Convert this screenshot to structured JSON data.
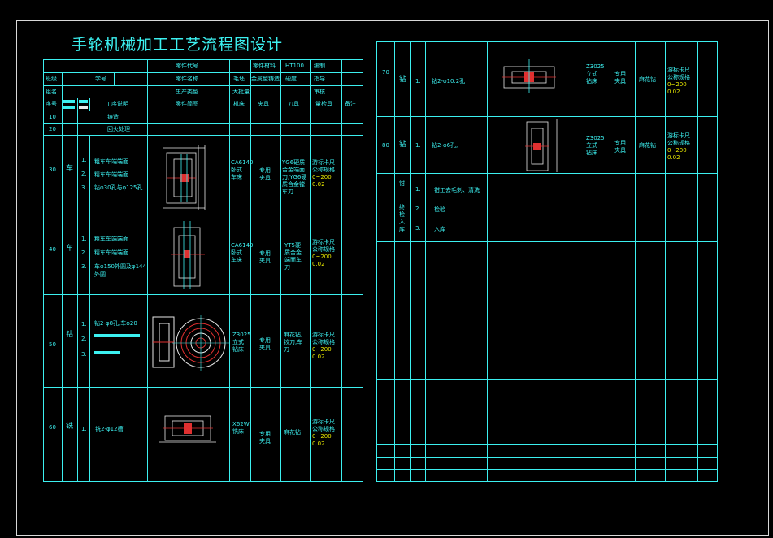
{
  "title": "手轮机械加工工艺流程图设计",
  "left": {
    "header": {
      "part_code": "零件代号",
      "part_material": "零件材料",
      "material_value": "HT100",
      "compiled": "编制",
      "class": "班级",
      "student_id": "学号",
      "part_name": "零件名称",
      "blank_label": "毛坯",
      "blank_value": "金属型铸造",
      "hardness": "硬度",
      "guide": "指导",
      "group": "组名",
      "production_type": "生产类型",
      "production_value": "大批量",
      "review": "审核",
      "seq": "序号",
      "process_desc": "工序说明",
      "part_sketch": "零件简图",
      "machine": "机床",
      "fixture": "夹具",
      "tool": "刀具",
      "gauge": "量检具",
      "remark": "备注"
    },
    "rows": [
      {
        "seq": "10",
        "op": "铸造",
        "desc": "铸造"
      },
      {
        "seq": "20",
        "op": "",
        "desc": "回火处理"
      },
      {
        "seq": "30",
        "op": "车",
        "steps": [
          "1.",
          "2.",
          "3."
        ],
        "texts": [
          "粗车车端端面",
          "精车车端端面",
          "钻φ30孔与φ125孔"
        ],
        "machine": [
          "CA6140",
          "卧式",
          "车床"
        ],
        "fixture": [
          "专用",
          "夹具"
        ],
        "tool": [
          "YG6硬质",
          "合金端面",
          "刀,YG6硬",
          "质合金镗",
          "车刀"
        ],
        "gauge": [
          "游标卡尺",
          "公称规格",
          "0~200",
          "0.02"
        ]
      },
      {
        "seq": "40",
        "op": "车",
        "steps": [
          "1.",
          "2.",
          "3."
        ],
        "texts": [
          "粗车车端端面",
          "精车车端端面",
          "车φ150外圆及φ144",
          "外圆"
        ],
        "machine": [
          "CA6140",
          "卧式",
          "车床"
        ],
        "fixture": [
          "专用",
          "夹具"
        ],
        "tool": [
          "YT5硬",
          "质合金",
          "端面车",
          "刀"
        ],
        "gauge": [
          "游标卡尺",
          "公称规格",
          "0~200",
          "0.02"
        ]
      },
      {
        "seq": "50",
        "op": "钻",
        "steps": [
          "1.",
          "2.",
          "3."
        ],
        "texts": [
          "钻2-φ8孔,车φ20"
        ],
        "machine": [
          "Z3025",
          "立式",
          "钻床"
        ],
        "fixture": [
          "专用",
          "夹具"
        ],
        "tool": [
          "麻花钻,",
          "铰刀,车",
          "刀"
        ],
        "gauge": [
          "游标卡尺",
          "公称规格",
          "0~200",
          "0.02"
        ]
      },
      {
        "seq": "60",
        "op": "铣",
        "steps": [
          "1."
        ],
        "texts": [
          "铣2-φ12槽"
        ],
        "machine": [
          "X62W",
          "铣床"
        ],
        "fixture": [
          "专用",
          "夹具"
        ],
        "tool": [
          "麻花钻"
        ],
        "gauge": [
          "游标卡尺",
          "公称规格",
          "0~200",
          "0.02"
        ]
      }
    ]
  },
  "right": {
    "rows": [
      {
        "seq": "70",
        "op": "钻",
        "steps": [
          "1."
        ],
        "texts": [
          "钻2-φ10.2孔"
        ],
        "machine": [
          "Z3025",
          "立式",
          "钻床"
        ],
        "fixture": [
          "专用",
          "夹具"
        ],
        "tool": [
          "麻花钻"
        ],
        "gauge": [
          "游标卡尺",
          "公称规格",
          "0~200",
          "0.02"
        ]
      },
      {
        "seq": "80",
        "op": "钻",
        "steps": [
          "1."
        ],
        "texts": [
          "钻2-φ6孔,"
        ],
        "machine": [
          "Z3025",
          "立式",
          "钻床"
        ],
        "fixture": [
          "专用",
          "夹具"
        ],
        "tool": [
          "麻花钻"
        ],
        "gauge": [
          "游标卡尺",
          "公称规格",
          "0~200",
          "0.02"
        ]
      },
      {
        "seq": "",
        "op": "钳工 · 终检入库",
        "op_lines": [
          "钳",
          "工",
          "",
          "终",
          "检",
          "入",
          "库"
        ],
        "steps": [
          "1.",
          "2.",
          "3."
        ],
        "texts": [
          "钳工去毛刺、清洗",
          "检验",
          "入库"
        ]
      }
    ]
  },
  "colors": {
    "line": "#3cf0f0",
    "text": "#3cf0f0",
    "accent": "#e8e800",
    "frame": "#d8d8d8",
    "bg": "#000000"
  }
}
